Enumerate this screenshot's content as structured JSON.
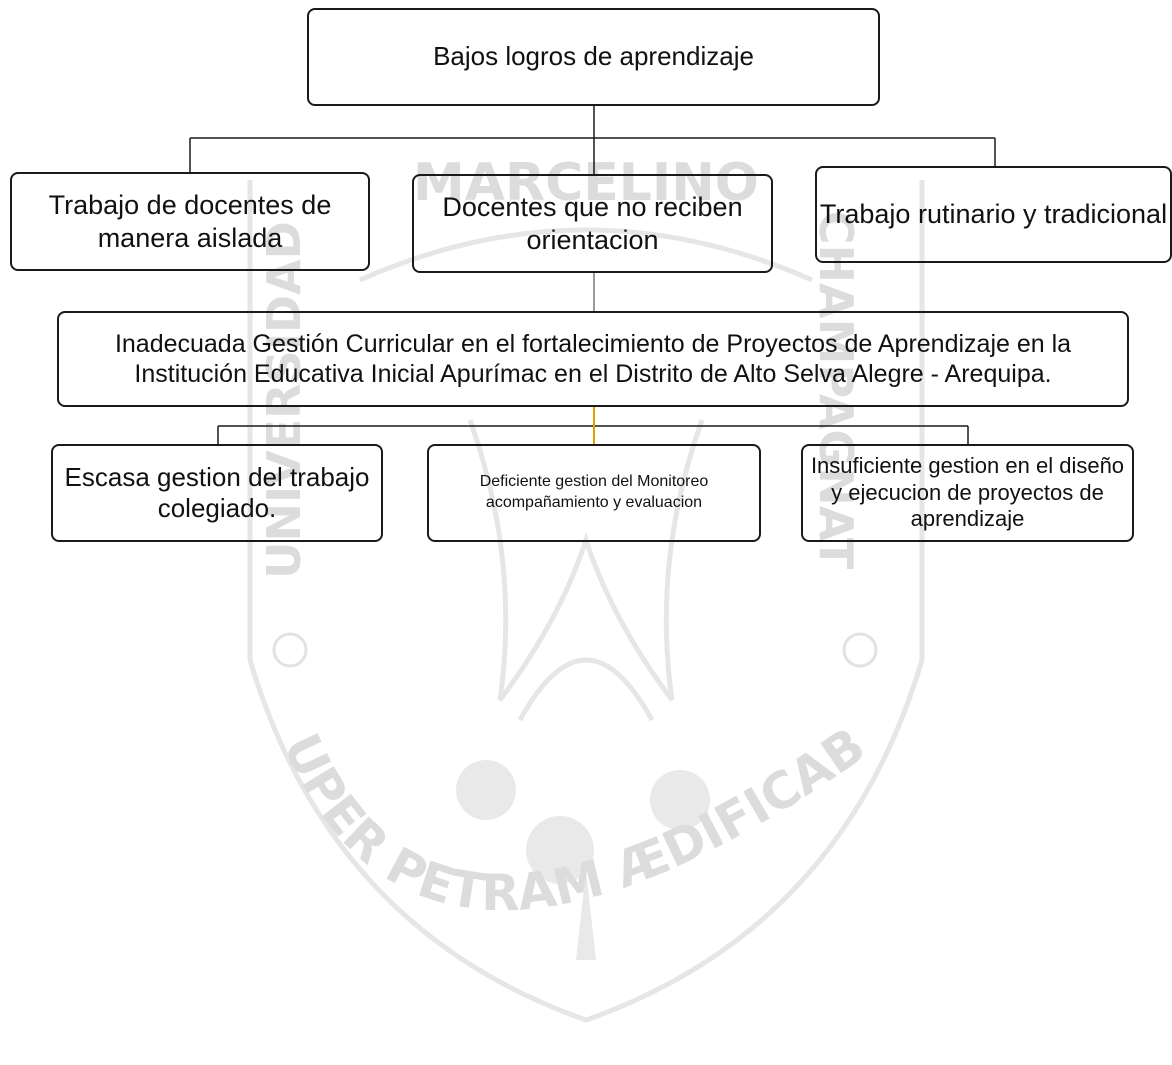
{
  "diagram": {
    "root": "Bajos logros de aprendizaje",
    "causes": [
      "Trabajo de docentes de manera aislada",
      "Docentes que no reciben orientacion",
      "Trabajo rutinario y tradicional"
    ],
    "central_problem": "Inadecuada Gestión Curricular en el fortalecimiento de  Proyectos  de Aprendizaje en la Institución  Educativa Inicial Apurímac en el Distrito de Alto Selva Alegre - Arequipa.",
    "effects": [
      "Escasa gestion del trabajo colegiado.",
      "Deficiente gestion del Monitoreo acompañamiento y evaluacion",
      "Insuficiente gestion en el diseño y ejecucion de proyectos de aprendizaje"
    ]
  },
  "watermark": {
    "top_text": "MARCELINO",
    "left_text": "UNIVERSIDAD",
    "right_text": "CHAMPAGNAT",
    "bottom_text": "SUPER PETRAM ÆDIFICABO",
    "color": "#dcdcdc"
  },
  "colors": {
    "box_border": "#1a1a1a",
    "connector": "#1a1a1a",
    "connector_grey": "#9a9a9a",
    "connector_accent": "#e0a000"
  }
}
